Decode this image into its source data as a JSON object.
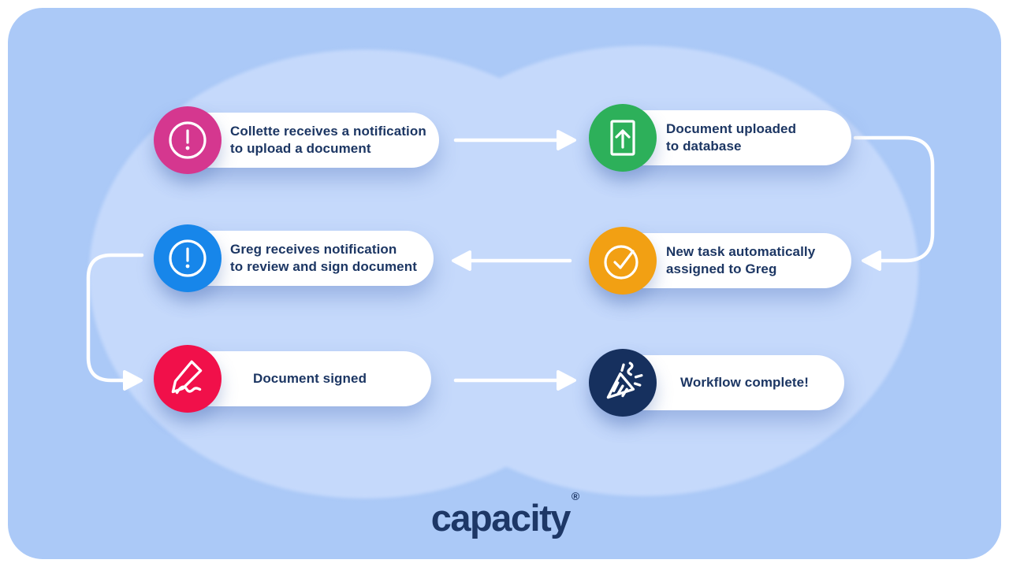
{
  "canvas": {
    "background": "#abc9f7",
    "blob_color": "#c5d9fb",
    "arrow_color": "#ffffff",
    "text_color": "#1c3663"
  },
  "steps": [
    {
      "name": "collette-notification",
      "icon": "alert-circle-icon",
      "badge_color": "#d5378f",
      "lines": [
        "Collette receives a notification",
        "to upload a document"
      ]
    },
    {
      "name": "document-uploaded",
      "icon": "document-upload-icon",
      "badge_color": "#2db05a",
      "lines": [
        "Document uploaded",
        "to database"
      ]
    },
    {
      "name": "greg-notification",
      "icon": "alert-circle-icon",
      "badge_color": "#1786ea",
      "lines": [
        "Greg receives notification",
        "to review and sign document"
      ]
    },
    {
      "name": "task-assigned",
      "icon": "check-circle-icon",
      "badge_color": "#f2a013",
      "lines": [
        "New task automatically",
        "assigned to Greg"
      ]
    },
    {
      "name": "document-signed",
      "icon": "signature-pen-icon",
      "badge_color": "#f1104a",
      "lines": [
        "Document signed"
      ]
    },
    {
      "name": "workflow-complete",
      "icon": "party-popper-icon",
      "badge_color": "#16305e",
      "lines": [
        "Workflow complete!"
      ]
    }
  ],
  "arrows": [
    {
      "from": "collette-notification",
      "to": "document-uploaded",
      "shape": "straight-right"
    },
    {
      "from": "document-uploaded",
      "to": "task-assigned",
      "shape": "curve-down-right-side"
    },
    {
      "from": "task-assigned",
      "to": "greg-notification",
      "shape": "straight-left"
    },
    {
      "from": "greg-notification",
      "to": "document-signed",
      "shape": "curve-down-left-side"
    },
    {
      "from": "document-signed",
      "to": "workflow-complete",
      "shape": "straight-right"
    }
  ],
  "logo": {
    "text": "capacity",
    "mark": "®",
    "color": "#1d3766"
  }
}
